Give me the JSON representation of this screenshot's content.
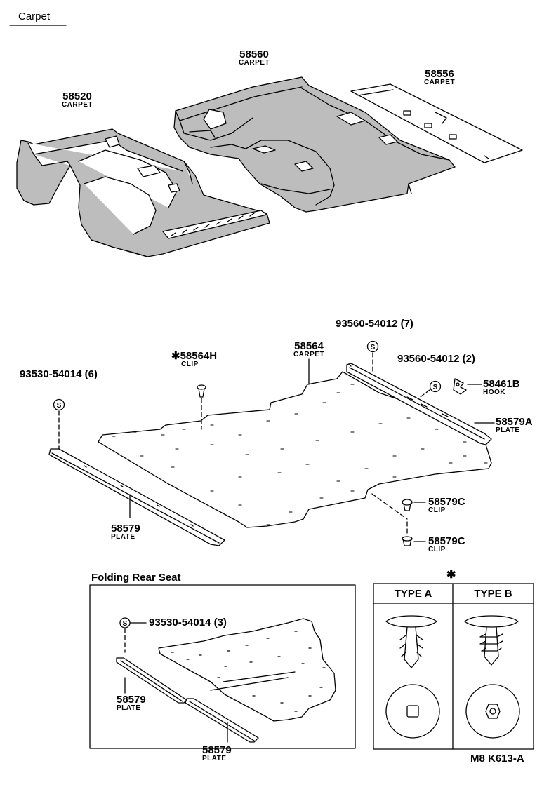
{
  "page": {
    "title": "Carpet",
    "doc_code": "M8 K613-A"
  },
  "parts": {
    "p58520": {
      "number": "58520",
      "name": "CARPET"
    },
    "p58560": {
      "number": "58560",
      "name": "CARPET"
    },
    "p58556": {
      "number": "58556",
      "name": "CARPET"
    },
    "p58564": {
      "number": "58564",
      "name": "CARPET"
    },
    "p58564H": {
      "number": "58564H",
      "mark": "✱",
      "name": "CLIP"
    },
    "p93530_6": {
      "number": "93530-54014 (6)"
    },
    "p93560_7": {
      "number": "93560-54012 (7)"
    },
    "p93560_2": {
      "number": "93560-54012 (2)"
    },
    "p58461B": {
      "number": "58461B",
      "name": "HOOK"
    },
    "p58579A": {
      "number": "58579A",
      "name": "PLATE"
    },
    "p58579": {
      "number": "58579",
      "name": "PLATE"
    },
    "p58579C_1": {
      "number": "58579C",
      "name": "CLIP"
    },
    "p58579C_2": {
      "number": "58579C",
      "name": "CLIP"
    }
  },
  "folding": {
    "title": "Folding Rear Seat",
    "bolt": "93530-54014 (3)",
    "plate1": {
      "number": "58579",
      "name": "PLATE"
    },
    "plate2": {
      "number": "58579",
      "name": "PLATE"
    }
  },
  "types": {
    "mark": "✱",
    "type_a": "TYPE A",
    "type_b": "TYPE B"
  },
  "symbols": {
    "s_mark": "S"
  }
}
